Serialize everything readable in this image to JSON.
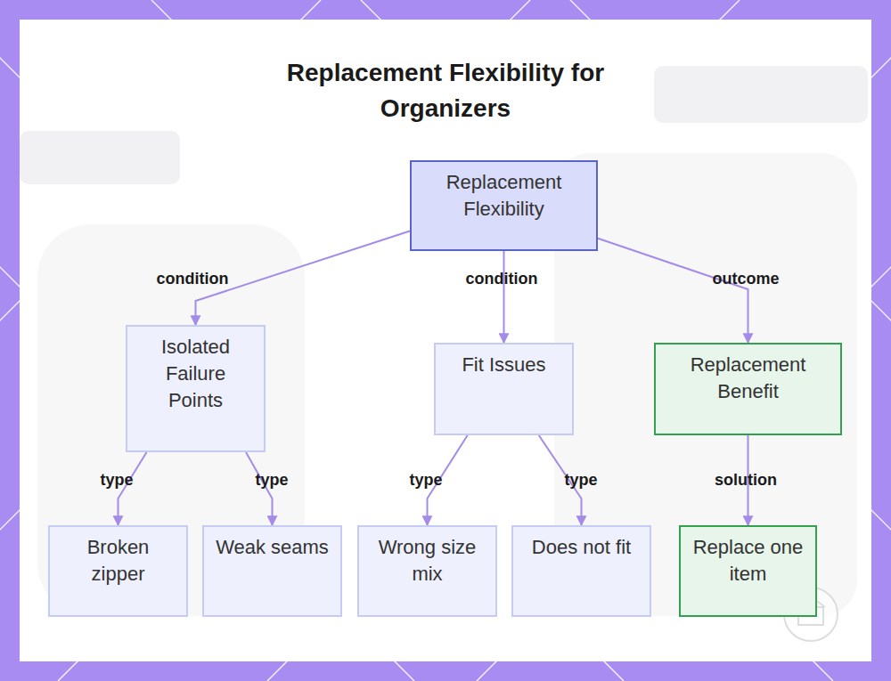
{
  "diagram": {
    "title": "Replacement Flexibility for Organizers",
    "nodes": [
      {
        "text": [
          "Replacement Flexibility"
        ]
      },
      {
        "text": [
          "Isolated Failure Points"
        ]
      },
      {
        "text": [
          "Fit Issues"
        ]
      },
      {
        "text": [
          "Replacement Benefit"
        ]
      },
      {
        "text": [
          "Broken zipper"
        ]
      },
      {
        "text": [
          "Weak seams"
        ]
      },
      {
        "text": [
          "Wrong size mix"
        ]
      },
      {
        "text": [
          "Does not fit"
        ]
      },
      {
        "text": [
          "Replace one item"
        ]
      }
    ],
    "edges": [
      {
        "from": 0,
        "to": 1,
        "arrow": "to",
        "label": "condition"
      },
      {
        "from": 0,
        "to": 2,
        "arrow": "to",
        "label": "condition"
      },
      {
        "from": 0,
        "to": 3,
        "arrow": "to",
        "label": "outcome"
      },
      {
        "from": 1,
        "to": 4,
        "arrow": "to",
        "label": "type"
      },
      {
        "from": 1,
        "to": 5,
        "arrow": "to",
        "label": "type"
      },
      {
        "from": 2,
        "to": 6,
        "arrow": "to",
        "label": "type"
      },
      {
        "from": 2,
        "to": 7,
        "arrow": "to",
        "label": "type"
      },
      {
        "from": 3,
        "to": 8,
        "arrow": "to",
        "label": "solution"
      }
    ]
  }
}
